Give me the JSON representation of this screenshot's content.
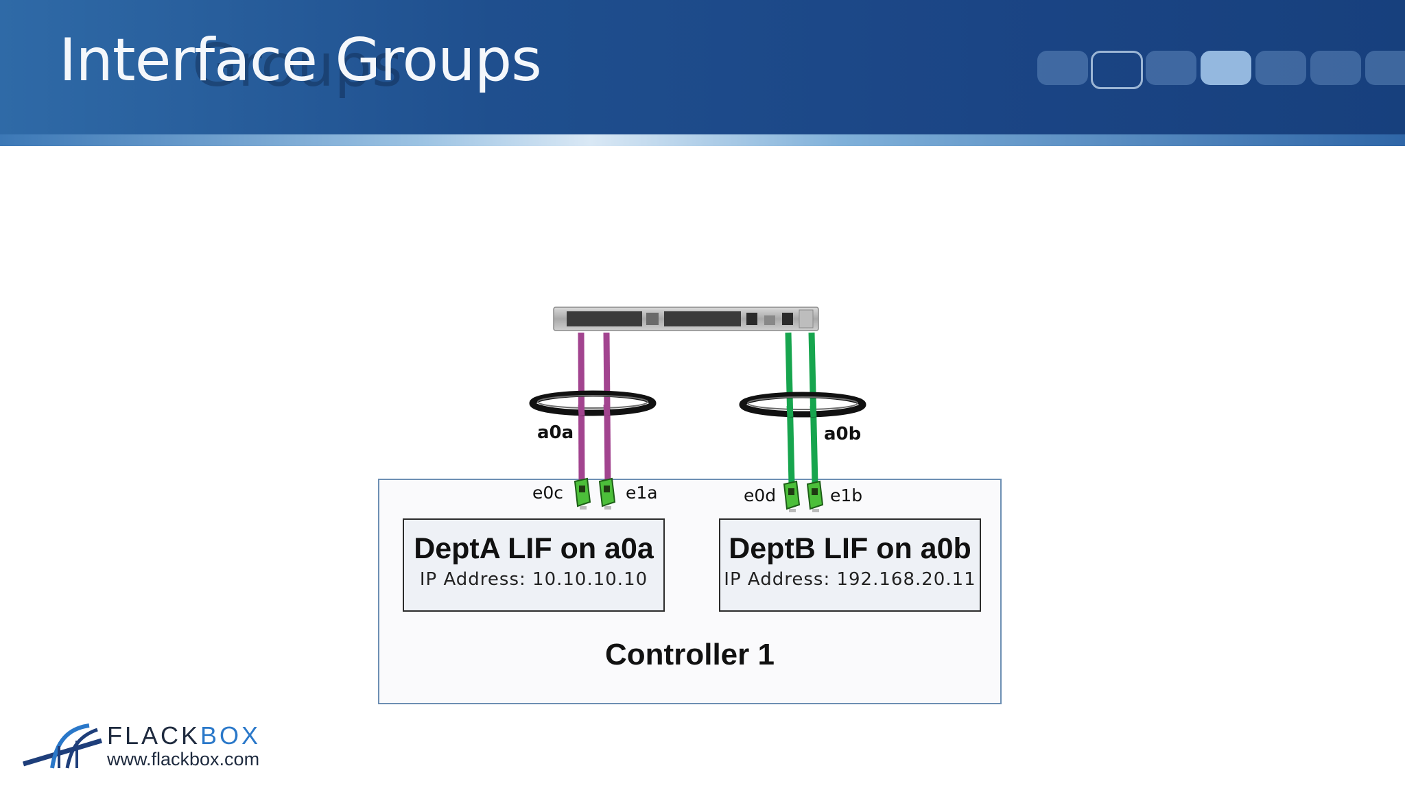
{
  "header": {
    "title": "Interface Groups",
    "title_shadow": "Groups"
  },
  "diagram": {
    "groups": [
      {
        "label": "a0a",
        "color": "#a2448f",
        "ports": [
          "e0c",
          "e1a"
        ]
      },
      {
        "label": "a0b",
        "color": "#17a54e",
        "ports": [
          "e0d",
          "e1b"
        ]
      }
    ],
    "lifs": [
      {
        "title": "DeptA LIF on a0a",
        "ip": "IP Address: 10.10.10.10"
      },
      {
        "title": "DeptB LIF on a0b",
        "ip": "IP Address: 192.168.20.11"
      }
    ],
    "controller_label": "Controller 1"
  },
  "logo": {
    "brand_a": "FLACK",
    "brand_b": "BOX",
    "url": "www.flackbox.com",
    "brand_colors": {
      "dark": "#1e2a3e",
      "accent": "#2a78c9"
    }
  }
}
